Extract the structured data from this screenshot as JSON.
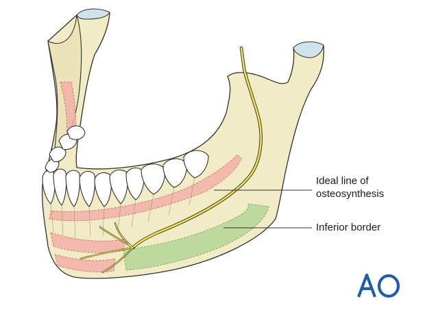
{
  "labels": {
    "ideal_line_1": "Ideal line of",
    "ideal_line_2": "osteosynthesis",
    "inferior_border": "Inferior border"
  },
  "logo_text": "AO",
  "colors": {
    "bone_fill": "#f2ecc6",
    "bone_shade": "#e6ddb0",
    "outline": "#2f2f2f",
    "tooth_fill": "#ffffff",
    "red_zone": "#f2b1a8",
    "green_zone": "#b9d79a",
    "nerve": "#f3e64a",
    "cartilage": "#cfe3ec",
    "logo_blue": "#1f5fa8"
  }
}
